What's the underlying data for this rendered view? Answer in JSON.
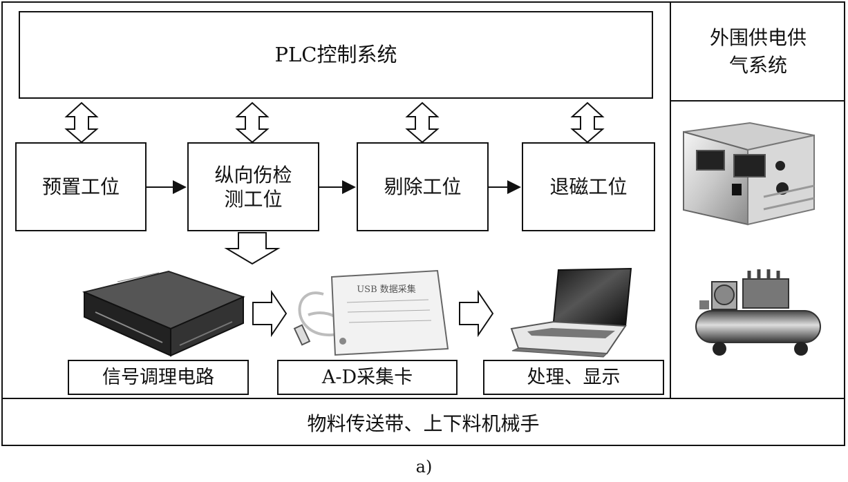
{
  "diagram": {
    "control_system": "PLC控制系统",
    "stations": [
      "预置工位",
      "纵向伤检\n测工位",
      "剔除工位",
      "退磁工位"
    ],
    "signal_chain": [
      "信号调理电路",
      "A-D采集卡",
      "处理、显示"
    ],
    "peripheral_system": "外围供电供\n气系统",
    "conveyor": "物料传送带、上下料机械手",
    "caption": "a)"
  },
  "device_image_text": {
    "daq_card": "USB 数据采集"
  },
  "icons": [
    "signal-conditioning-box-icon",
    "usb-daq-card-icon",
    "laptop-icon",
    "power-supply-icon",
    "air-compressor-icon"
  ]
}
